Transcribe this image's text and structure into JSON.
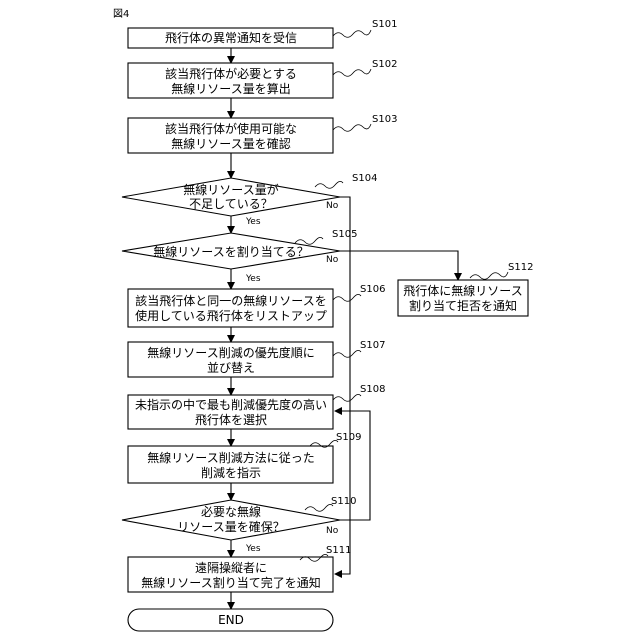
{
  "figure_label": "図4",
  "steps": [
    {
      "id": "s101",
      "label": "S101",
      "lines": [
        "飛行体の異常通知を受信"
      ]
    },
    {
      "id": "s102",
      "label": "S102",
      "lines": [
        "該当飛行体が必要とする",
        "無線リソース量を算出"
      ]
    },
    {
      "id": "s103",
      "label": "S103",
      "lines": [
        "該当飛行体が使用可能な",
        "無線リソース量を確認"
      ]
    },
    {
      "id": "s104",
      "label": "S104",
      "lines": [
        "無線リソース量が",
        "不足している？"
      ]
    },
    {
      "id": "s105",
      "label": "S105",
      "lines": [
        "無線リソースを割り当てる？"
      ]
    },
    {
      "id": "s106",
      "label": "S106",
      "lines": [
        "該当飛行体と同一の無線リソースを",
        "使用している飛行体をリストアップ"
      ]
    },
    {
      "id": "s107",
      "label": "S107",
      "lines": [
        "無線リソース削減の優先度順に",
        "並び替え"
      ]
    },
    {
      "id": "s108",
      "label": "S108",
      "lines": [
        "未指示の中で最も削減優先度の高い",
        "飛行体を選択"
      ]
    },
    {
      "id": "s109",
      "label": "S109",
      "lines": [
        "無線リソース削減方法に従った",
        "削減を指示"
      ]
    },
    {
      "id": "s110",
      "label": "S110",
      "lines": [
        "必要な無線",
        "リソース量を確保？"
      ]
    },
    {
      "id": "s111",
      "label": "S111",
      "lines": [
        "遠隔操縦者に",
        "無線リソース割り当て完了を通知"
      ]
    },
    {
      "id": "s112",
      "label": "S112",
      "lines": [
        "飛行体に無線リソース",
        "割り当て拒否を通知"
      ]
    },
    {
      "id": "end",
      "label": "",
      "lines": [
        "END"
      ]
    }
  ],
  "branch_labels": {
    "s104_yes": "Yes",
    "s104_no": "No",
    "s105_yes": "Yes",
    "s105_no": "No",
    "s110_yes": "Yes",
    "s110_no": "No"
  }
}
